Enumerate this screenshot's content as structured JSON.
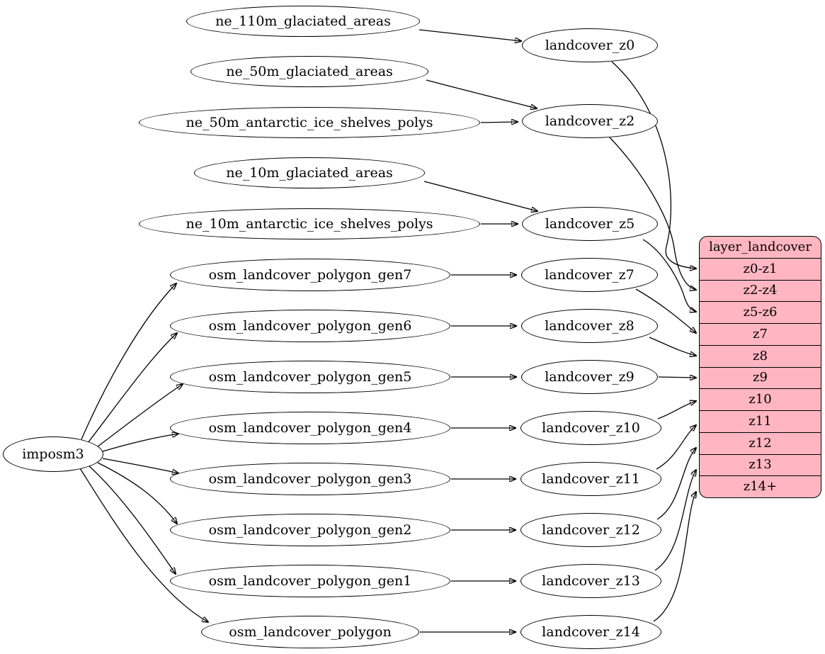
{
  "diagram": {
    "background": "#ffffff",
    "node_fill": "#ffffff",
    "node_stroke": "#000000",
    "edge_color": "#000000"
  },
  "nodes": {
    "imposm3": "imposm3",
    "ne_110m_glaciated_areas": "ne_110m_glaciated_areas",
    "ne_50m_glaciated_areas": "ne_50m_glaciated_areas",
    "ne_50m_antarctic_ice_shelves_polys": "ne_50m_antarctic_ice_shelves_polys",
    "ne_10m_glaciated_areas": "ne_10m_glaciated_areas",
    "ne_10m_antarctic_ice_shelves_polys": "ne_10m_antarctic_ice_shelves_polys",
    "osm_landcover_polygon_gen7": "osm_landcover_polygon_gen7",
    "osm_landcover_polygon_gen6": "osm_landcover_polygon_gen6",
    "osm_landcover_polygon_gen5": "osm_landcover_polygon_gen5",
    "osm_landcover_polygon_gen4": "osm_landcover_polygon_gen4",
    "osm_landcover_polygon_gen3": "osm_landcover_polygon_gen3",
    "osm_landcover_polygon_gen2": "osm_landcover_polygon_gen2",
    "osm_landcover_polygon_gen1": "osm_landcover_polygon_gen1",
    "osm_landcover_polygon": "osm_landcover_polygon",
    "landcover_z0": "landcover_z0",
    "landcover_z2": "landcover_z2",
    "landcover_z5": "landcover_z5",
    "landcover_z7": "landcover_z7",
    "landcover_z8": "landcover_z8",
    "landcover_z9": "landcover_z9",
    "landcover_z10": "landcover_z10",
    "landcover_z11": "landcover_z11",
    "landcover_z12": "landcover_z12",
    "landcover_z13": "landcover_z13",
    "landcover_z14": "landcover_z14"
  },
  "table": {
    "title": "layer_landcover",
    "fill": "#ffb6c1",
    "rows": [
      "z0-z1",
      "z2-z4",
      "z5-z6",
      "z7",
      "z8",
      "z9",
      "z10",
      "z11",
      "z12",
      "z13",
      "z14+"
    ]
  },
  "connections": [
    [
      "imposm3",
      "osm_landcover_polygon_gen7"
    ],
    [
      "imposm3",
      "osm_landcover_polygon_gen6"
    ],
    [
      "imposm3",
      "osm_landcover_polygon_gen5"
    ],
    [
      "imposm3",
      "osm_landcover_polygon_gen4"
    ],
    [
      "imposm3",
      "osm_landcover_polygon_gen3"
    ],
    [
      "imposm3",
      "osm_landcover_polygon_gen2"
    ],
    [
      "imposm3",
      "osm_landcover_polygon_gen1"
    ],
    [
      "imposm3",
      "osm_landcover_polygon"
    ],
    [
      "ne_110m_glaciated_areas",
      "landcover_z0"
    ],
    [
      "ne_50m_glaciated_areas",
      "landcover_z2"
    ],
    [
      "ne_50m_antarctic_ice_shelves_polys",
      "landcover_z2"
    ],
    [
      "ne_10m_glaciated_areas",
      "landcover_z5"
    ],
    [
      "ne_10m_antarctic_ice_shelves_polys",
      "landcover_z5"
    ],
    [
      "osm_landcover_polygon_gen7",
      "landcover_z7"
    ],
    [
      "osm_landcover_polygon_gen6",
      "landcover_z8"
    ],
    [
      "osm_landcover_polygon_gen5",
      "landcover_z9"
    ],
    [
      "osm_landcover_polygon_gen4",
      "landcover_z10"
    ],
    [
      "osm_landcover_polygon_gen3",
      "landcover_z11"
    ],
    [
      "osm_landcover_polygon_gen2",
      "landcover_z12"
    ],
    [
      "osm_landcover_polygon_gen1",
      "landcover_z13"
    ],
    [
      "osm_landcover_polygon",
      "landcover_z14"
    ],
    [
      "landcover_z0",
      "layer_landcover:z0-z1"
    ],
    [
      "landcover_z2",
      "layer_landcover:z2-z4"
    ],
    [
      "landcover_z5",
      "layer_landcover:z5-z6"
    ],
    [
      "landcover_z7",
      "layer_landcover:z7"
    ],
    [
      "landcover_z8",
      "layer_landcover:z8"
    ],
    [
      "landcover_z9",
      "layer_landcover:z9"
    ],
    [
      "landcover_z10",
      "layer_landcover:z10"
    ],
    [
      "landcover_z11",
      "layer_landcover:z11"
    ],
    [
      "landcover_z12",
      "layer_landcover:z12"
    ],
    [
      "landcover_z13",
      "layer_landcover:z13"
    ],
    [
      "landcover_z14",
      "layer_landcover:z14+"
    ]
  ]
}
